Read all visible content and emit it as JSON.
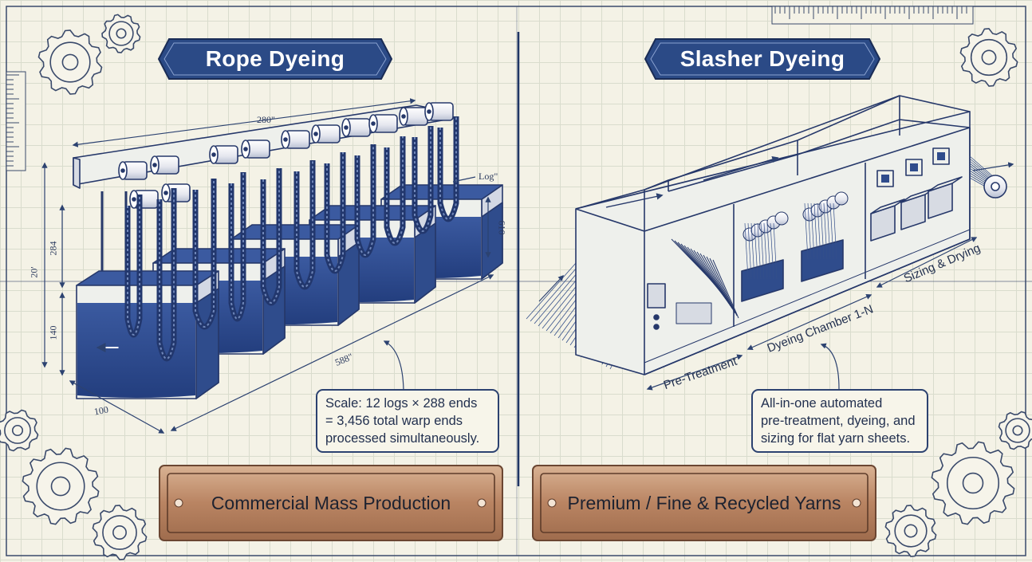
{
  "panels": {
    "left": {
      "title": "Rope Dyeing",
      "callout": [
        "Scale: 12 logs × 288 ends",
        "= 3,456 total warp ends",
        "processed simultaneously."
      ],
      "plaque": "Commercial Mass Production",
      "dimensions": {
        "top": "280\"",
        "height": "20'",
        "upper": "284",
        "lower": "140",
        "length": "588\"",
        "width": "100",
        "right": "610",
        "log": "Log\""
      }
    },
    "right": {
      "title": "Slasher Dyeing",
      "sections": [
        "Pre-Treatment",
        "Dyeing Chamber 1-N",
        "Sizing & Drying"
      ],
      "callout": [
        "All-in-one automated",
        "pre-treatment, dyeing, and",
        "sizing for flat yarn sheets."
      ],
      "plaque": "Premium / Fine & Recycled Yarns"
    }
  },
  "colors": {
    "ink": "#2c4270",
    "indigo": "#2c4a8e",
    "banner": "#2b4a86",
    "copper": "#c0906b",
    "paper": "#f4f2e6"
  },
  "icons": [
    "gear-icon",
    "ruler-icon",
    "arrow-icon"
  ]
}
